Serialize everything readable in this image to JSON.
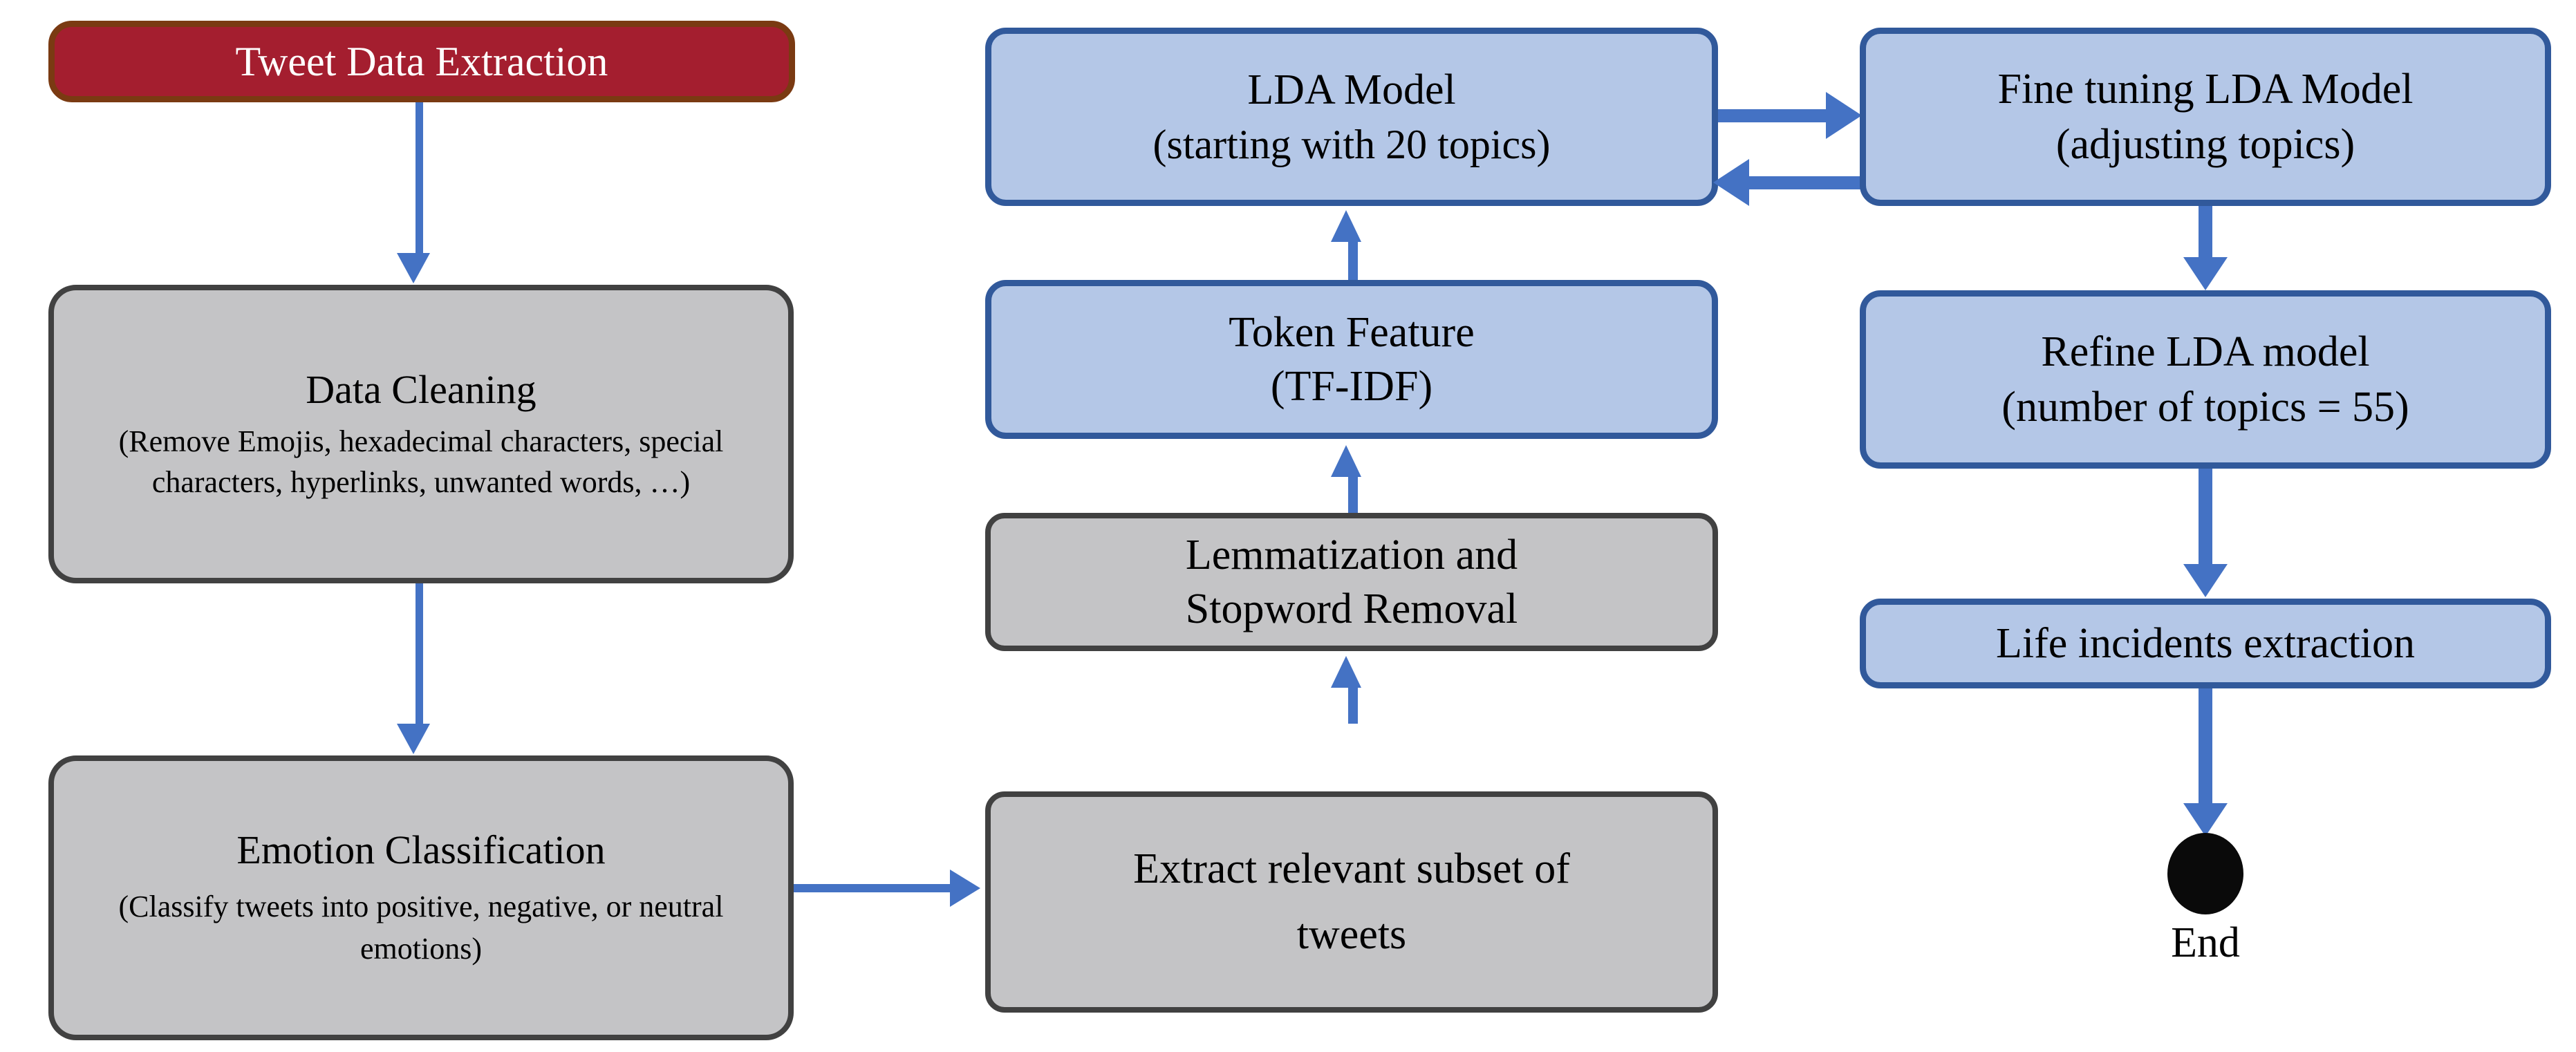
{
  "diagram": {
    "title": "Tweet topic-modeling pipeline flowchart",
    "colors": {
      "start_fill": "#A41E2F",
      "start_border": "#7A3A12",
      "start_text": "#FFFFFF",
      "process_fill": "#C4C4C6",
      "process_border": "#414141",
      "model_fill": "#B4C7E7",
      "model_border": "#31599B",
      "arrow": "#4472C4",
      "terminator": "#0A0A0A",
      "text": "#000000",
      "background": "#FFFFFF"
    }
  },
  "nodes": {
    "tweet_data_extraction": {
      "line1": "Tweet Data Extraction",
      "line2": "",
      "type": "start"
    },
    "data_cleaning": {
      "line1": "Data Cleaning",
      "line2": "(Remove Emojis, hexadecimal characters, special characters, hyperlinks, unwanted words, …)",
      "type": "process"
    },
    "emotion_classification": {
      "line1": "Emotion Classification",
      "line2": "(Classify tweets into positive, negative, or neutral emotions)",
      "type": "process"
    },
    "extract_relevant_subset": {
      "line1": "Extract relevant subset of",
      "line2": "tweets",
      "type": "process"
    },
    "lemmatization_stopword": {
      "line1": "Lemmatization and",
      "line2": "Stopword Removal",
      "type": "process"
    },
    "token_feature": {
      "line1": "Token Feature",
      "line2": "(TF-IDF)",
      "type": "model"
    },
    "lda_model": {
      "line1": "LDA Model",
      "line2": "(starting with 20 topics)",
      "type": "model"
    },
    "fine_tuning_lda": {
      "line1": "Fine tuning LDA Model",
      "line2": "(adjusting topics)",
      "type": "model"
    },
    "refine_lda": {
      "line1": "Refine LDA model",
      "line2": "(number of topics = 55)",
      "type": "model"
    },
    "life_incidents": {
      "line1": "Life incidents extraction",
      "line2": "",
      "type": "model"
    },
    "end_terminator": {
      "label": "End",
      "type": "terminator"
    }
  },
  "edges": [
    {
      "from": "tweet_data_extraction",
      "to": "data_cleaning",
      "direction": "down"
    },
    {
      "from": "data_cleaning",
      "to": "emotion_classification",
      "direction": "down"
    },
    {
      "from": "emotion_classification",
      "to": "extract_relevant_subset",
      "direction": "right"
    },
    {
      "from": "extract_relevant_subset",
      "to": "lemmatization_stopword",
      "direction": "up"
    },
    {
      "from": "lemmatization_stopword",
      "to": "token_feature",
      "direction": "up"
    },
    {
      "from": "token_feature",
      "to": "lda_model",
      "direction": "up"
    },
    {
      "from": "lda_model",
      "to": "fine_tuning_lda",
      "direction": "right"
    },
    {
      "from": "fine_tuning_lda",
      "to": "lda_model",
      "direction": "left"
    },
    {
      "from": "fine_tuning_lda",
      "to": "refine_lda",
      "direction": "down"
    },
    {
      "from": "refine_lda",
      "to": "life_incidents",
      "direction": "down"
    },
    {
      "from": "life_incidents",
      "to": "end_terminator",
      "direction": "down"
    }
  ]
}
